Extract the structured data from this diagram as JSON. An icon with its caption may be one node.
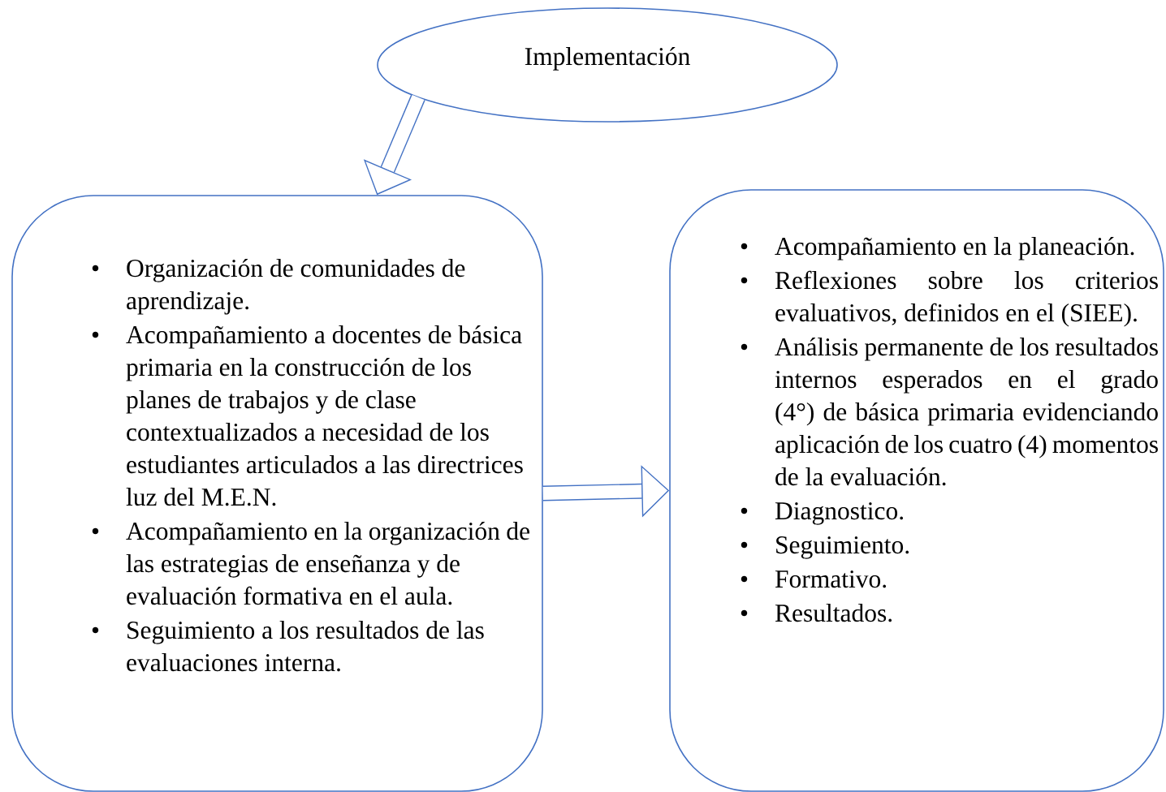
{
  "diagram": {
    "nodes": [
      {
        "text": [
          "Implementación"
        ]
      },
      {
        "text": [
          "•",
          "Organización de comunidades de aprendizaje.",
          "•",
          "Acompañamiento a docentes de básica primaria en la construcción de los planes de trabajos y de clase contextualizados a necesidad de los estudiantes articulados a las directrices luz del M.E.N.",
          "•",
          "Acompañamiento en la organización de las estrategias de enseñanza y de evaluación formativa en el aula.",
          "•",
          "Seguimiento a los resultados de las evaluaciones interna."
        ]
      },
      {
        "text": [
          "•",
          "Acompañamiento en la planeación.",
          "•",
          "Reflexiones sobre los criterios evaluativos, definidos en el (SIEE).",
          "•",
          "Análisis permanente de los resultados internos esperados en el grado (4°) de básica primaria evidenciando aplicación de los cuatro (4) momentos de la evaluación.",
          "•",
          "Diagnostico.",
          "•",
          "Seguimiento.",
          "•",
          "Formativo.",
          "•",
          "Resultados."
        ]
      }
    ],
    "edges": [
      {
        "from": 0,
        "to": 1,
        "arrow": "to"
      },
      {
        "from": 1,
        "to": 2,
        "arrow": "to"
      }
    ]
  }
}
